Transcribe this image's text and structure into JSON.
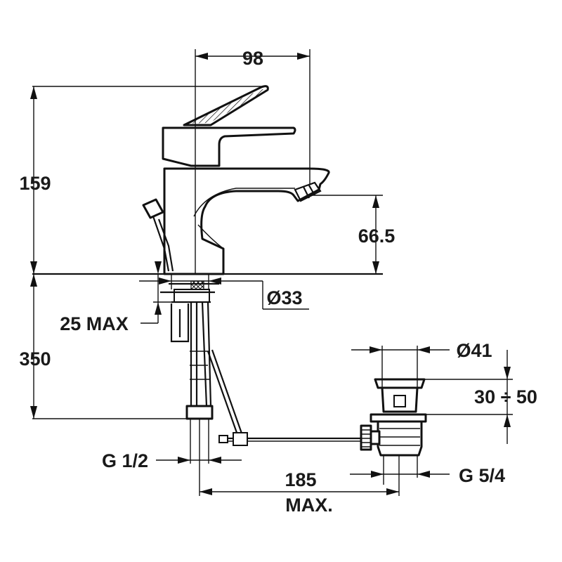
{
  "dimensions": {
    "spout_reach": "98",
    "total_height": "159",
    "spout_height": "66.5",
    "base_diameter": "Ø33",
    "counter_thickness": "25 MAX",
    "hose_length": "350",
    "waste_diameter": "Ø41",
    "waste_range": "30 ÷ 50",
    "inlet_thread": "G 1/2",
    "rod_reach_value": "185",
    "rod_reach_suffix": "MAX.",
    "waste_thread": "G 5/4"
  }
}
